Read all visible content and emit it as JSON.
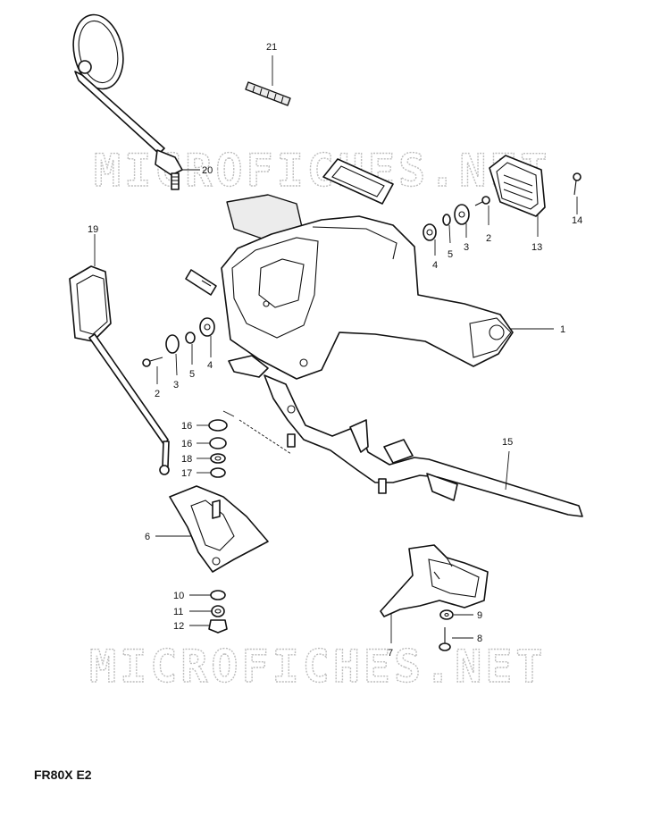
{
  "watermark": "MICROFICHES.NET",
  "model_code": "FR80X E2",
  "callouts": {
    "c1": "1",
    "c2a": "2",
    "c2b": "2",
    "c3a": "3",
    "c3b": "3",
    "c4a": "4",
    "c4b": "4",
    "c5a": "5",
    "c5b": "5",
    "c6": "6",
    "c7": "7",
    "c8": "8",
    "c9": "9",
    "c10": "10",
    "c11": "11",
    "c12": "12",
    "c13": "13",
    "c14": "14",
    "c15": "15",
    "c16a": "16",
    "c16b": "16",
    "c17": "17",
    "c18": "18",
    "c19": "19",
    "c20": "20",
    "c21": "21"
  }
}
